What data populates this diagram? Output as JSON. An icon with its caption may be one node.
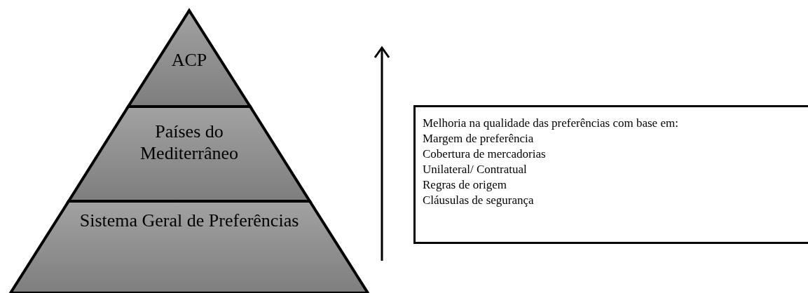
{
  "diagram": {
    "nodes": [
      {
        "text": [
          "ACP"
        ]
      },
      {
        "text": [
          "Países do Mediterrâneo"
        ]
      },
      {
        "text": [
          "Sistema Geral de Preferências"
        ]
      },
      {
        "text": [
          "Melhoria na qualidade das preferências com base em:",
          "Margem de preferência",
          "Cobertura de mercadorias",
          "Unilateral/ Contratual",
          "Regras de origem",
          "Cláusulas de segurança"
        ]
      }
    ]
  }
}
